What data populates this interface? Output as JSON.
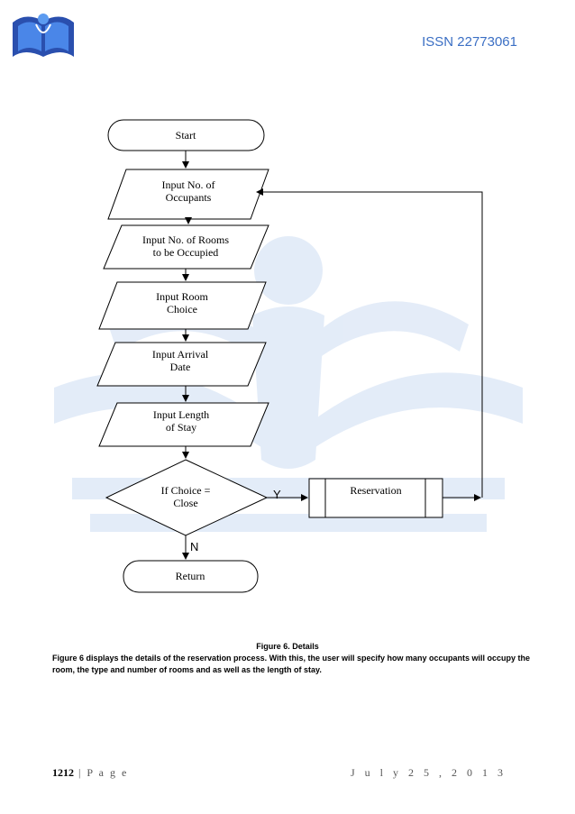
{
  "header": {
    "issn": "ISSN 22773061"
  },
  "flowchart": {
    "start": "Start",
    "step1_line1": "Input No. of",
    "step1_line2": "Occupants",
    "step2_line1": "Input No. of Rooms",
    "step2_line2": "to be Occupied",
    "step3_line1": "Input Room",
    "step3_line2": "Choice",
    "step4_line1": "Input Arrival",
    "step4_line2": "Date",
    "step5_line1": "Input Length",
    "step5_line2": "of Stay",
    "decision_line1": "If Choice =",
    "decision_line2": "Close",
    "yes_label": "Y",
    "no_label": "N",
    "process": "Reservation",
    "end": "Return"
  },
  "caption": "Figure 6.  Details",
  "paragraph": "Figure 6 displays the details of the reservation process. With this, the user will specify how many occupants will occupy the room, the type and number of rooms and as well as the length of stay.",
  "footer": {
    "page_number": "1212",
    "page_label": " | P a g e",
    "date": "J u l y   2 5 ,   2 0 1 3"
  },
  "colors": {
    "accent": "#3b6fc4",
    "watermark": "#dfe9f7"
  }
}
